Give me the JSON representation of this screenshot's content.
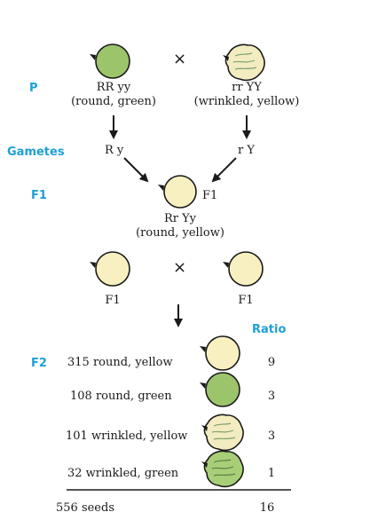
{
  "colors": {
    "label": "#1ea0d8",
    "yellow_fill": "#f8f0c0",
    "green_fill": "#9cc46a",
    "wrinkled_yellow_fill": "#f3ecc0",
    "wrinkled_green_fill": "#a8cf78",
    "stroke": "#1a1a1a"
  },
  "labels": {
    "p": "P",
    "gametes": "Gametes",
    "f1": "F1",
    "f2": "F2",
    "ratio": "Ratio"
  },
  "symbols": {
    "cross": "×"
  },
  "parents": {
    "left": {
      "genotype": "RR yy",
      "phenotype": "(round, green)"
    },
    "right": {
      "genotype": "rr YY",
      "phenotype": "(wrinkled, yellow)"
    }
  },
  "gametes": {
    "left": "R y",
    "right": "r Y"
  },
  "f1": {
    "seed_label": "F1",
    "genotype": "Rr Yy",
    "phenotype": "(round, yellow)"
  },
  "f1_cross": {
    "left_label": "F1",
    "right_label": "F1"
  },
  "f2_rows": [
    {
      "text": "315 round, yellow",
      "ratio": "9"
    },
    {
      "text": "108 round, green",
      "ratio": "3"
    },
    {
      "text": "101 wrinkled, yellow",
      "ratio": "3"
    },
    {
      "text": "32 wrinkled, green",
      "ratio": "1"
    }
  ],
  "total": {
    "text": "556 seeds",
    "ratio": "16"
  }
}
